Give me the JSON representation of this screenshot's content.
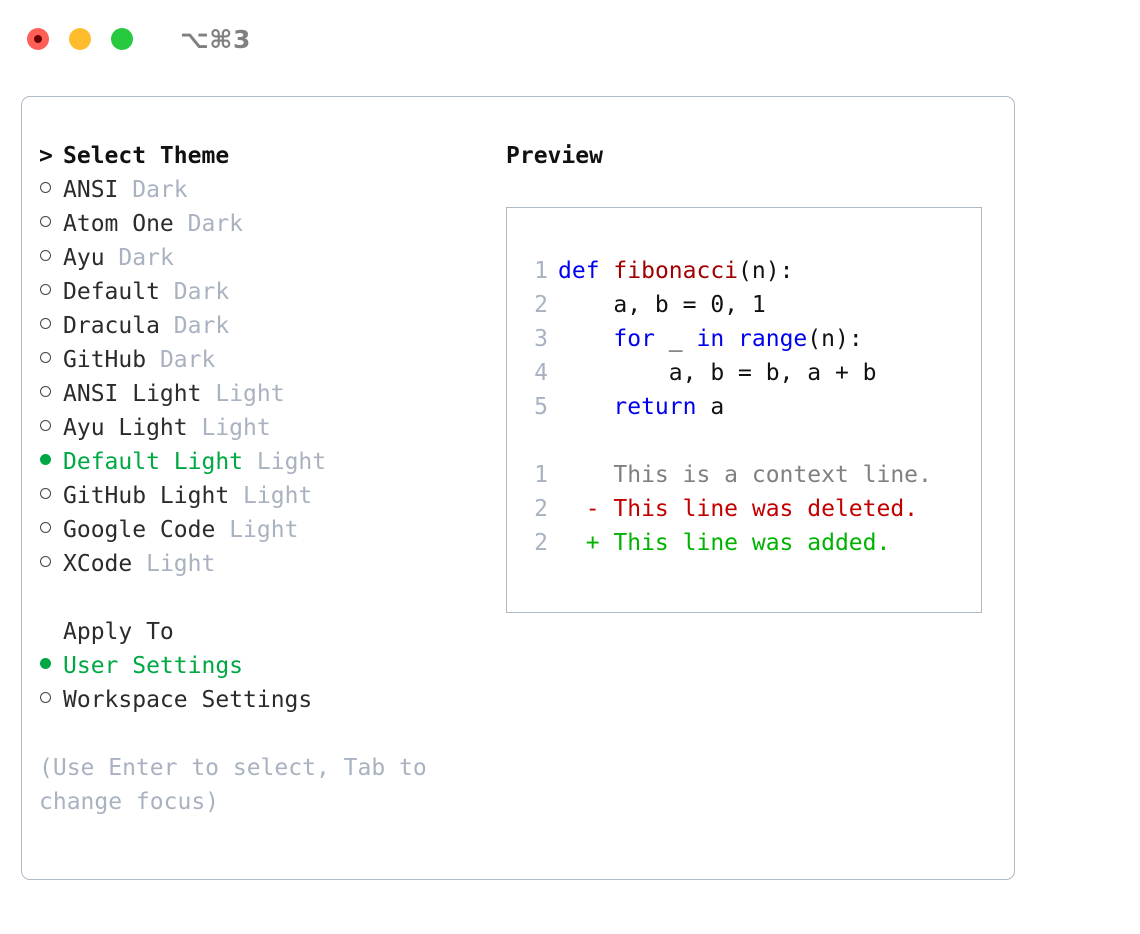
{
  "window": {
    "shortcut": "⌥⌘3",
    "lights": [
      {
        "name": "close",
        "color": "#ff5f57",
        "recording": true
      },
      {
        "name": "minimize",
        "color": "#ffbd2e",
        "recording": false
      },
      {
        "name": "maximize",
        "color": "#27c93f",
        "recording": false
      }
    ]
  },
  "left": {
    "header": {
      "marker": ">",
      "label": "Select Theme"
    },
    "themes": [
      {
        "name": "ANSI",
        "tag": "Dark",
        "selected": false
      },
      {
        "name": "Atom One",
        "tag": "Dark",
        "selected": false
      },
      {
        "name": "Ayu",
        "tag": "Dark",
        "selected": false
      },
      {
        "name": "Default",
        "tag": "Dark",
        "selected": false
      },
      {
        "name": "Dracula",
        "tag": "Dark",
        "selected": false
      },
      {
        "name": "GitHub",
        "tag": "Dark",
        "selected": false
      },
      {
        "name": "ANSI Light",
        "tag": "Light",
        "selected": false
      },
      {
        "name": "Ayu Light",
        "tag": "Light",
        "selected": false
      },
      {
        "name": "Default Light",
        "tag": "Light",
        "selected": true
      },
      {
        "name": "GitHub Light",
        "tag": "Light",
        "selected": false
      },
      {
        "name": "Google Code",
        "tag": "Light",
        "selected": false
      },
      {
        "name": "XCode",
        "tag": "Light",
        "selected": false
      }
    ],
    "apply_to": {
      "label": "Apply To",
      "options": [
        {
          "name": "User Settings",
          "selected": true
        },
        {
          "name": "Workspace Settings",
          "selected": false
        }
      ]
    },
    "hint": "(Use Enter to select, Tab to change focus)"
  },
  "preview": {
    "title": "Preview",
    "code_lines": [
      {
        "num": "1",
        "tokens": [
          {
            "t": "def",
            "c": "kw"
          },
          {
            "t": " ",
            "c": "plain"
          },
          {
            "t": "fibonacci",
            "c": "fn"
          },
          {
            "t": "(n):",
            "c": "plain"
          }
        ]
      },
      {
        "num": "2",
        "tokens": [
          {
            "t": "    a, b = 0, 1",
            "c": "plain"
          }
        ]
      },
      {
        "num": "3",
        "tokens": [
          {
            "t": "    ",
            "c": "plain"
          },
          {
            "t": "for",
            "c": "kw"
          },
          {
            "t": " _ ",
            "c": "plain"
          },
          {
            "t": "in",
            "c": "kw"
          },
          {
            "t": " ",
            "c": "plain"
          },
          {
            "t": "range",
            "c": "kw"
          },
          {
            "t": "(n):",
            "c": "plain"
          }
        ]
      },
      {
        "num": "4",
        "tokens": [
          {
            "t": "        a, b = b, a + b",
            "c": "plain"
          }
        ]
      },
      {
        "num": "5",
        "tokens": [
          {
            "t": "    ",
            "c": "plain"
          },
          {
            "t": "return",
            "c": "kw"
          },
          {
            "t": " a",
            "c": "plain"
          }
        ]
      }
    ],
    "diff_lines": [
      {
        "num": "1",
        "marker": " ",
        "text": "This is a context line.",
        "c": "ctx"
      },
      {
        "num": "2",
        "marker": "-",
        "text": "This line was deleted.",
        "c": "del"
      },
      {
        "num": "2",
        "marker": "+",
        "text": "This line was added.",
        "c": "add"
      }
    ]
  },
  "colors": {
    "selected_green": "#00a844",
    "tag_gray": "#a9b2c0",
    "keyword_blue": "#0000ee",
    "function_red": "#a10000",
    "diff_delete": "#c20000",
    "diff_add": "#00b300",
    "border": "#b0b9c6"
  }
}
